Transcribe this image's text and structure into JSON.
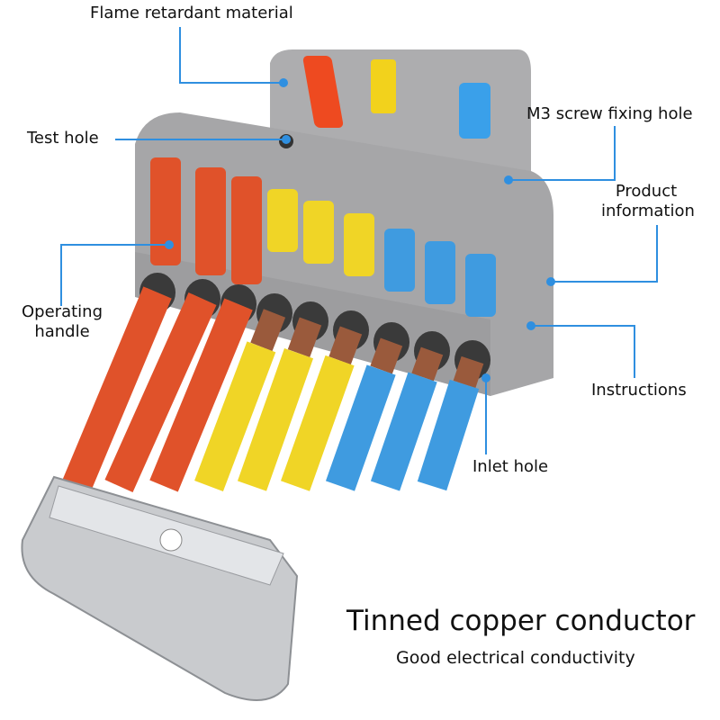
{
  "labels": {
    "flame": "Flame retardant material",
    "test_hole": "Test hole",
    "m3": "M3 screw fixing hole",
    "product_info_1": "Product",
    "product_info_2": "information",
    "operating_1": "Operating",
    "operating_2": "handle",
    "instructions": "Instructions",
    "inlet": "Inlet hole"
  },
  "caption": {
    "title": "Tinned copper conductor",
    "subtitle": "Good electrical conductivity"
  },
  "colors": {
    "callout": "#2f8fe0",
    "body": "#a9a9ab",
    "red": "#e0522a",
    "yellow": "#f0d526",
    "blue": "#3f9be0",
    "copper": "#9a5a3c"
  }
}
